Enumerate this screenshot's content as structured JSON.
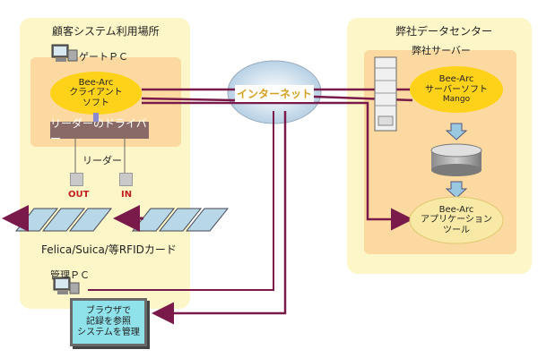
{
  "customer": {
    "title": "顧客システム利用場所",
    "gate_pc_label": "ゲートＰＣ",
    "client_software": [
      "Bee-Arc",
      "クライアント",
      "ソフト"
    ],
    "driver_label": "リーダーのドライバー",
    "reader_label": "リーダー",
    "out_label": "OUT",
    "in_label": "IN",
    "card_label": "Felica/Suica/等RFIDカード",
    "admin_pc_label": "管理ＰＣ",
    "browser_box": [
      "ブラウザで",
      "記録を参照",
      "システムを管理"
    ]
  },
  "internet": {
    "label": "インターネット"
  },
  "datacenter": {
    "title": "弊社データセンター",
    "server_label": "弊社サーバー",
    "server_software": [
      "Bee-Arc",
      "サーバーソフト",
      "Mango"
    ],
    "app_tool": [
      "Bee-Arc",
      "アプリケーション",
      "ツール"
    ]
  },
  "colors": {
    "panel_bg": "#fdf6c8",
    "inner_bg": "#fbd9a0",
    "oval_yellow": "#ffd21a",
    "oval_cream": "#f8e9a6",
    "connection_line": "#7a1a4a",
    "internet_text": "#d4a020",
    "browser_box": "#8fe1ea",
    "card": "#b8d8e8"
  }
}
